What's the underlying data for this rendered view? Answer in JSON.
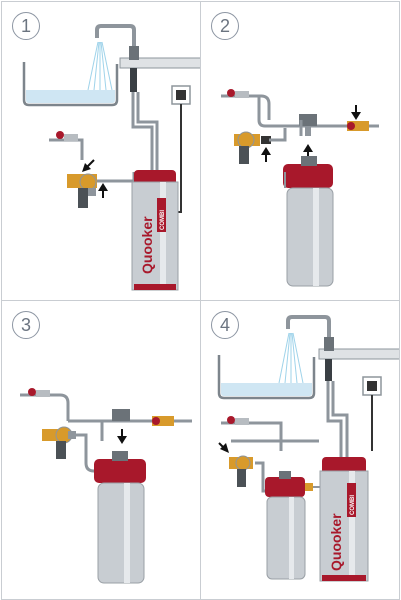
{
  "panels": [
    {
      "step": "1",
      "brand": "Quooker",
      "model": "COMBI"
    },
    {
      "step": "2"
    },
    {
      "step": "3"
    },
    {
      "step": "4",
      "brand": "Quooker",
      "model": "COMBI"
    }
  ],
  "colors": {
    "pipe": "#8e959c",
    "pipe_dark": "#5f666d",
    "water": "#cfe6f3",
    "spray": "#9fd3ea",
    "brand_red": "#a8182b",
    "boiler_silver": "#c8cdd2",
    "valve_brass": "#d89a2b",
    "arrow": "#111111"
  },
  "icons": [
    "tap-icon",
    "sink-icon",
    "boiler-icon",
    "valve-icon",
    "socket-icon",
    "arrow-icon",
    "filter-icon"
  ]
}
